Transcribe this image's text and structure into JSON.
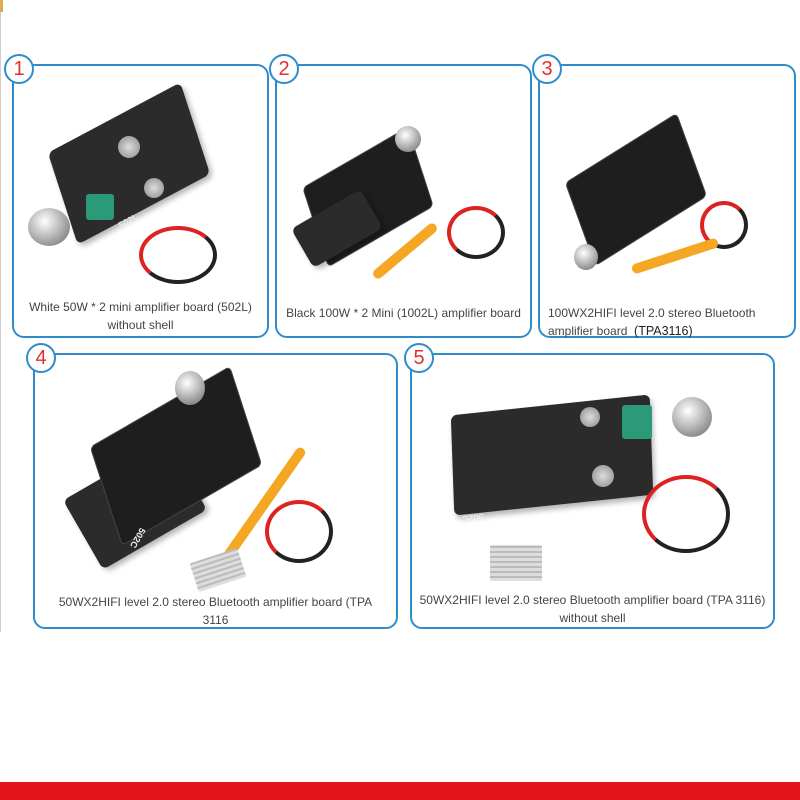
{
  "items": [
    {
      "number": "1",
      "caption_line1": "White 50W * 2 mini amplifier board (502L)",
      "caption_line2": "without shell",
      "board_label": "502L"
    },
    {
      "number": "2",
      "caption_line1": "Black 100W * 2 Mini (1002L) amplifier board"
    },
    {
      "number": "3",
      "caption_line1": "100WX2HIFI level 2.0 stereo Bluetooth",
      "caption_line2": "amplifier board",
      "caption_suffix": "(TPA3116)"
    },
    {
      "number": "4",
      "caption_line1": "50WX2HIFI level 2.0 stereo Bluetooth amplifier board (TPA",
      "caption_line2": "3116",
      "board_label": "502C"
    },
    {
      "number": "5",
      "caption_line1": "50WX2HIFI level 2.0 stereo Bluetooth amplifier board (TPA 3116)",
      "caption_line2": "without shell",
      "board_label": "502C"
    }
  ],
  "colors": {
    "frame": "#2f8ccc",
    "number": "#e03030",
    "bottom_bar": "#e4141b"
  }
}
